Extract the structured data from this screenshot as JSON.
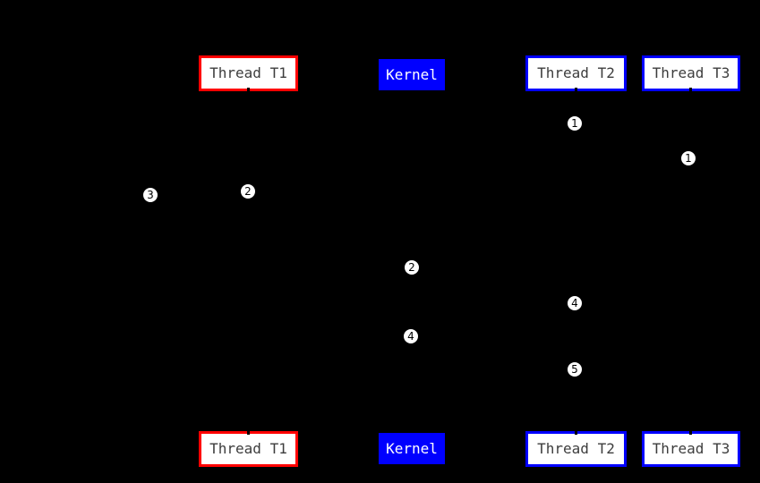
{
  "diagram": {
    "type": "sequence-diagram",
    "background_color": "#000000",
    "note": "thread/kernel interaction timeline; lifelines and arrows are black on black (not visible)"
  },
  "colors": {
    "background": "#000000",
    "thread_t1_border": "#ff0000",
    "thread_t2_t3_border": "#0000ff",
    "kernel_fill": "#0000ff",
    "kernel_text": "#ffffff",
    "box_fill": "#ffffff",
    "box_text": "#3d3d3d",
    "marker_fill": "#ffffff",
    "marker_text": "#000000"
  },
  "lanes": {
    "top": [
      {
        "id": "thread-t1",
        "label": "Thread T1"
      },
      {
        "id": "kernel",
        "label": "Kernel"
      },
      {
        "id": "thread-t2",
        "label": "Thread T2"
      },
      {
        "id": "thread-t3",
        "label": "Thread T3"
      }
    ],
    "bottom": [
      {
        "id": "thread-t1",
        "label": "Thread T1"
      },
      {
        "id": "kernel",
        "label": "Kernel"
      },
      {
        "id": "thread-t2",
        "label": "Thread T2"
      },
      {
        "id": "thread-t3",
        "label": "Thread T3"
      }
    ]
  },
  "markers": [
    {
      "label": "1"
    },
    {
      "label": "1"
    },
    {
      "label": "2"
    },
    {
      "label": "3"
    },
    {
      "label": "2"
    },
    {
      "label": "4"
    },
    {
      "label": "4"
    },
    {
      "label": "5"
    }
  ]
}
